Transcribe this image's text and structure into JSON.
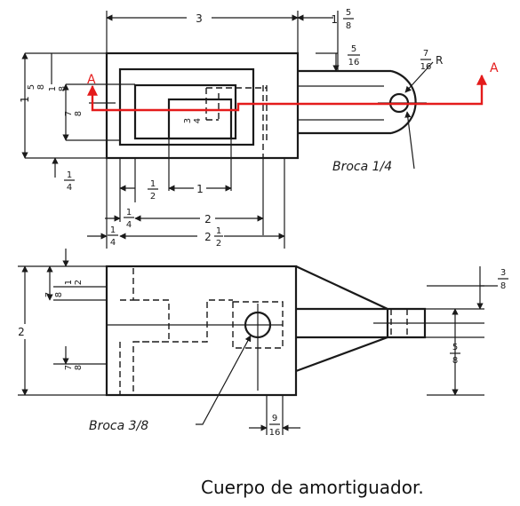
{
  "caption": "Cuerpo de amortiguador.",
  "section": {
    "left_label": "A",
    "right_label": "A",
    "color": "#e41b1b"
  },
  "top_view": {
    "dims": {
      "overall_length": "3",
      "lug_length_num": "5",
      "lug_length_den": "8",
      "lug_length_whole": "1",
      "lug_width_num": "5",
      "lug_width_den": "16",
      "radius_num": "7",
      "radius_den": "16",
      "radius_suffix": "R",
      "height_whole": "1",
      "height_num": "5",
      "height_den": "8",
      "inner_num": "1",
      "inner_den": "8",
      "slot_num": "7",
      "slot_den": "8",
      "pocket_num": "3",
      "pocket_den": "4",
      "edge_num": "1",
      "edge_den": "4",
      "d_half_num": "1",
      "d_half_den": "2",
      "d_one": "1",
      "d_quarter_num": "1",
      "d_quarter_den": "4",
      "d_two": "2",
      "d_quarter2_num": "1",
      "d_quarter2_den": "4",
      "d_two_half_whole": "2",
      "d_two_half_num": "1",
      "d_two_half_den": "2"
    },
    "drill_note": "Broca 1/4"
  },
  "front_view": {
    "dims": {
      "height": "2",
      "top_half_num": "1",
      "top_half_den": "2",
      "top_78_num": "7",
      "top_78_den": "8",
      "bottom_num": "7",
      "bottom_den": "8",
      "lug_thick_num": "3",
      "lug_thick_den": "8",
      "lug_height_num": "5",
      "lug_height_den": "8",
      "hole_offset_num": "9",
      "hole_offset_den": "16"
    },
    "drill_note": "Broca 3/8"
  }
}
